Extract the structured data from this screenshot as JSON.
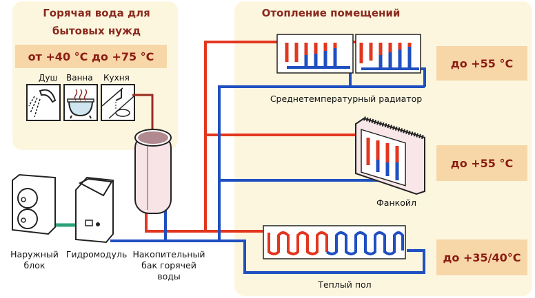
{
  "dhw": {
    "title_line1": "Горячая вода для",
    "title_line2": "бытовых нужд",
    "temperature": "от +40 °С до +75 °С",
    "uses": [
      {
        "label": "Душ",
        "icon": "shower-icon"
      },
      {
        "label": "Ванна",
        "icon": "bathtub-icon"
      },
      {
        "label": "Кухня",
        "icon": "kitchen-sink-icon"
      }
    ]
  },
  "heating": {
    "title": "Отопление помещений",
    "emitters": [
      {
        "label": "Среднетемпературный радиатор",
        "temperature": "до +55 °С"
      },
      {
        "label": "Фанкойл",
        "temperature": "до +55 °С"
      },
      {
        "label": "Теплый пол",
        "temperature": "до +35/40°С"
      }
    ]
  },
  "equipment": {
    "outdoor_unit": "Наружный\nблок",
    "hydromodule": "Гидромодуль",
    "tank": "Накопительный\nбак горячей\nводы"
  },
  "colors": {
    "hot_pipe": "#e2361f",
    "cold_pipe": "#1f4fc0",
    "refrigerant_line": "#2aa07a",
    "panel_bg": "#fdf6df",
    "temp_badge": "#f7d6a8",
    "title_text": "#8a2a1e"
  }
}
